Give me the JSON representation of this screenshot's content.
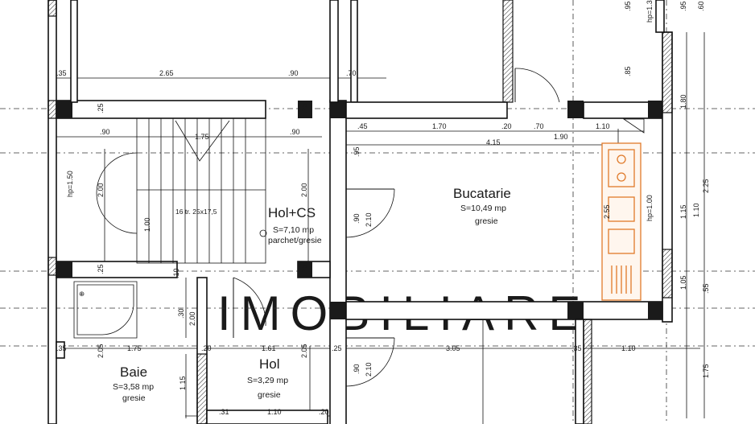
{
  "rooms": {
    "hol_cs": {
      "name": "Hol+CS",
      "area": "S=7,10 mp",
      "floor": "parchet/gresie"
    },
    "bucatarie": {
      "name": "Bucatarie",
      "area": "S=10,49 mp",
      "floor": "gresie"
    },
    "baie": {
      "name": "Baie",
      "area": "S=3,58 mp",
      "floor": "gresie"
    },
    "hol": {
      "name": "Hol",
      "area": "S=3,29 mp",
      "floor": "gresie"
    }
  },
  "stairs": {
    "label": "16 tr. 25x17,5"
  },
  "dimensions": {
    "top_row": [
      ".35",
      "2.65",
      ".90",
      ".70"
    ],
    "stair_row": [
      ".90",
      "1.75",
      ".90"
    ],
    "kitchen_row": [
      ".45",
      "1.70",
      ".20",
      ".70",
      "1.10"
    ],
    "kitchen_inner": [
      "4.15",
      "1.90"
    ],
    "bottom_row": [
      ".35",
      "1.75",
      ".20",
      "1.61",
      ".25",
      "3.05",
      ".35",
      "1.10"
    ],
    "base_row": [
      ".31",
      "1.10",
      ".20"
    ],
    "verticals": [
      ".25",
      ".25",
      ".25",
      ".25",
      ".95",
      "2.00",
      "1.00",
      "2.00",
      ".90",
      "2.10",
      ".90",
      "2.10",
      ".10",
      ".30",
      "2.00",
      "2.05",
      "2.05",
      "1.15",
      ".85",
      ".95",
      ".95",
      ".60",
      "1.80",
      "2.25",
      "1.10",
      "1.15",
      "2.55",
      "1.05",
      ".55",
      "1.75",
      "hp=1.50",
      "hp=1.00",
      "hp=1.3"
    ]
  },
  "watermark": "IMOBILIARE"
}
